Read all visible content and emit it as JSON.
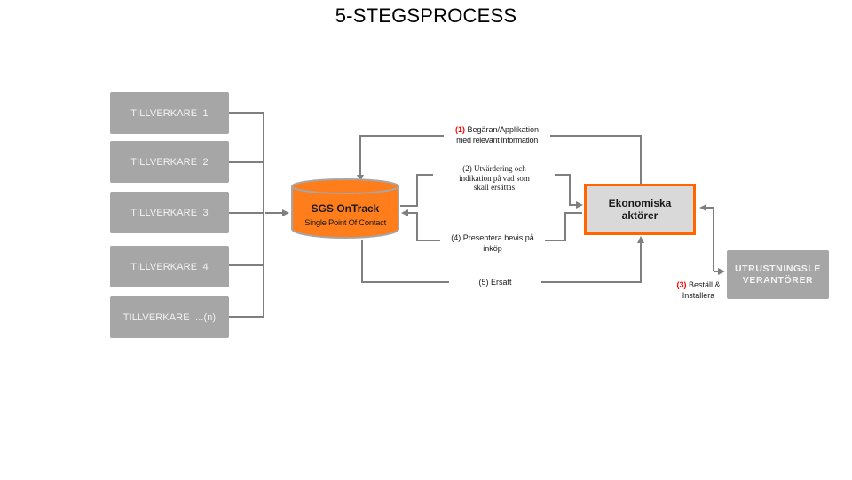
{
  "title": "5-STEGSPROCESS",
  "colors": {
    "supplier_fill": "#a6a6a6",
    "supplier_text": "#f2f2f2",
    "hub_fill": "#ff7d1a",
    "hub_border": "#a6a6a6",
    "economic_fill": "#d9d9d9",
    "economic_border": "#ff6600",
    "connector": "#7f7f7f",
    "step_number_highlight": "#ff0000"
  },
  "suppliers": [
    {
      "label": "TILLVERKARE  1"
    },
    {
      "label": "TILLVERKARE  2"
    },
    {
      "label": "TILLVERKARE  3"
    },
    {
      "label": "TILLVERKARE  4"
    },
    {
      "label": "TILLVERKARE  ...(n)"
    }
  ],
  "hub": {
    "title": "SGS OnTrack",
    "subtitle": "Single Point Of Contact"
  },
  "economic_actors": {
    "line1": "Ekonomiska",
    "line2": "aktörer"
  },
  "equipment_suppliers": {
    "line1": "UTRUSTNINGSLE",
    "line2": "VERANTÖRER"
  },
  "steps": {
    "step1": {
      "number": "(1)",
      "line1": "Begäran/Applikation",
      "line2": "med relevant information"
    },
    "step2": {
      "line1": "(2) Utvärdering och",
      "line2": "indikation på vad som",
      "line3": "skall ersättas"
    },
    "step3": {
      "number": "(3)",
      "line1": "Beställ &",
      "line2": "Installera"
    },
    "step4": {
      "line1": "(4) Presentera bevis på",
      "line2": "inköp"
    },
    "step5": {
      "line1": "(5) Ersatt"
    }
  }
}
